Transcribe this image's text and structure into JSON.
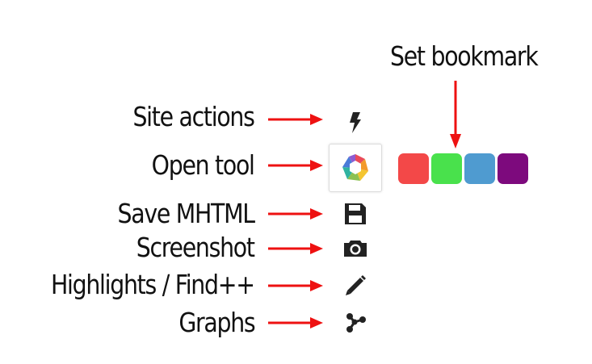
{
  "labels": {
    "site_actions": "Site actions",
    "open_tool": "Open tool",
    "save_mhtml": "Save MHTML",
    "screenshot": "Screenshot",
    "highlights_find": "Highlights / Find++",
    "graphs": "Graphs",
    "set_bookmark": "Set bookmark"
  },
  "icons": {
    "site_actions": "lightning-bolt-icon",
    "open_tool": "colorful-hexagon-logo-icon",
    "save_mhtml": "floppy-disk-icon",
    "screenshot": "camera-icon",
    "highlights_find": "pencil-icon",
    "graphs": "graph-nodes-icon"
  },
  "bookmark_colors": [
    "#f34848",
    "#49e14c",
    "#4f9bd0",
    "#7d0a7d"
  ],
  "annotation_color": "#ee1111"
}
